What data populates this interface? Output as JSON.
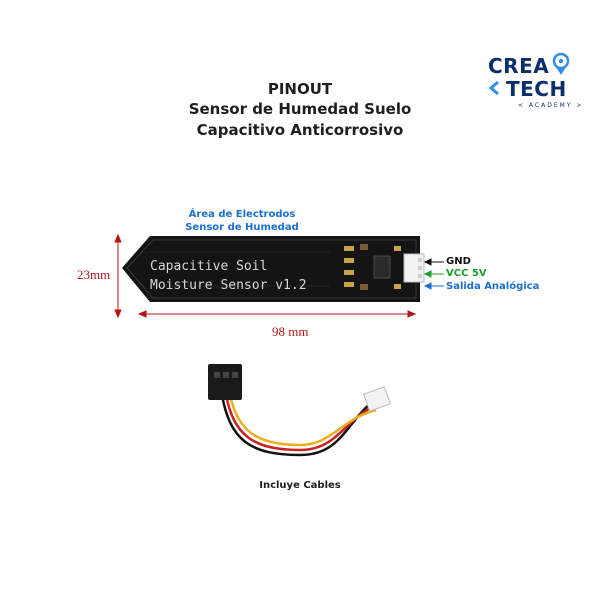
{
  "logo": {
    "line1": "CREA",
    "line2": "TECH",
    "tagline": "< ACADEMY >"
  },
  "title": {
    "line1": "PINOUT",
    "line2": "Sensor de Humedad Suelo",
    "line3": "Capacitivo Anticorrosivo"
  },
  "electrode_label": {
    "line1": "Área de Electrodos",
    "line2": "Sensor de Humedad"
  },
  "board_text": {
    "line1": "Capacitive Soil",
    "line2": "Moisture Sensor v1.2"
  },
  "pins": [
    {
      "label": "GND",
      "color": "#111111"
    },
    {
      "label": "VCC 5V",
      "color": "#1f9e2e"
    },
    {
      "label": "Salida Analógica",
      "color": "#1a6fd1"
    }
  ],
  "dimensions": {
    "height": "23mm",
    "length": "98 mm"
  },
  "cable_caption": "Incluye Cables",
  "colors": {
    "dimension_red": "#b01818",
    "label_blue": "#1a6fd1",
    "logo_navy": "#0b2f6b"
  }
}
